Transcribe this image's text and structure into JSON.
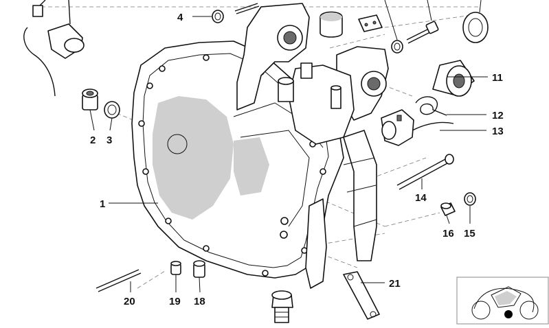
{
  "diagram": {
    "labels": [
      {
        "id": "l1",
        "text": "1"
      },
      {
        "id": "l2",
        "text": "2"
      },
      {
        "id": "l3",
        "text": "3"
      },
      {
        "id": "l4",
        "text": "4"
      },
      {
        "id": "l11",
        "text": "11"
      },
      {
        "id": "l12",
        "text": "12"
      },
      {
        "id": "l13",
        "text": "13"
      },
      {
        "id": "l14",
        "text": "14"
      },
      {
        "id": "l15",
        "text": "15"
      },
      {
        "id": "l16",
        "text": "16"
      },
      {
        "id": "l18",
        "text": "18"
      },
      {
        "id": "l19",
        "text": "19"
      },
      {
        "id": "l20",
        "text": "20"
      },
      {
        "id": "l21",
        "text": "21"
      }
    ]
  }
}
